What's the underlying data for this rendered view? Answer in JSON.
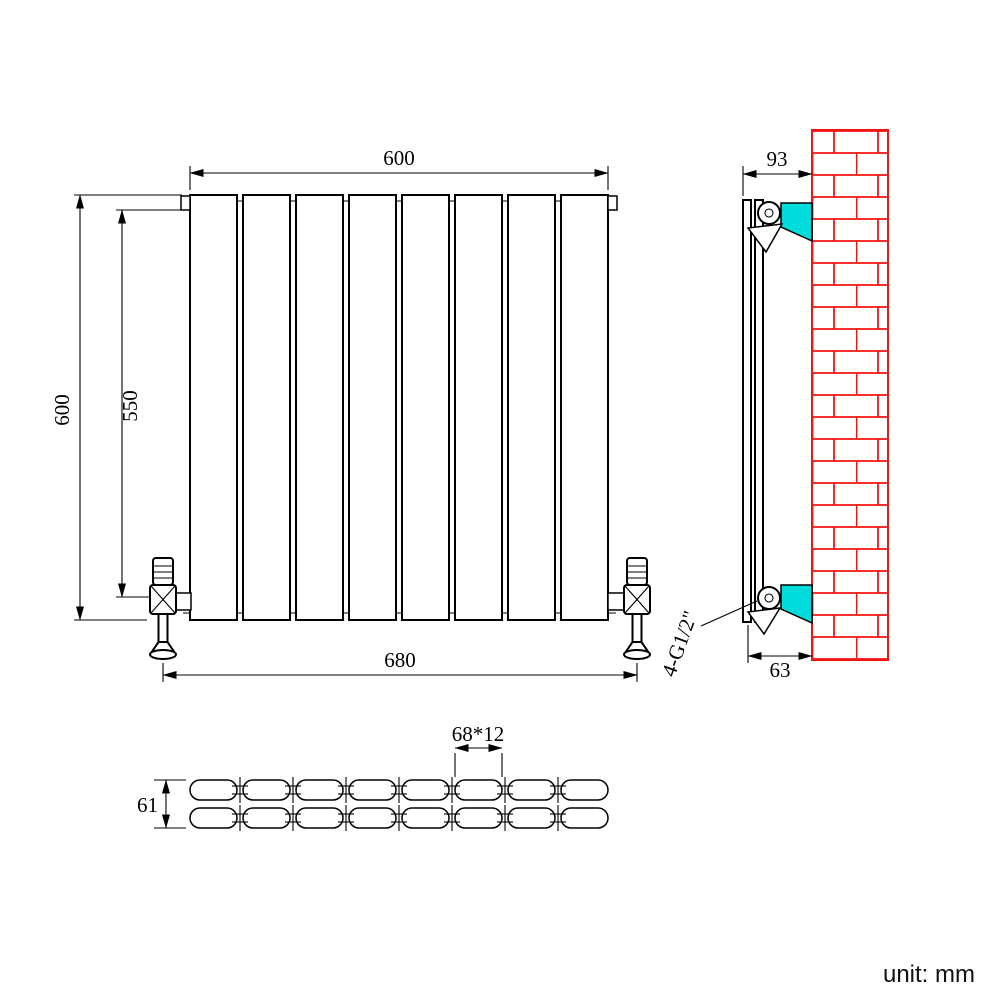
{
  "drawing": {
    "unit_label": "unit: mm",
    "front_view": {
      "width_label": "600",
      "height_label": "600",
      "pipe_height_label": "550",
      "valve_span_label": "680"
    },
    "side_view": {
      "depth_label": "93",
      "bottom_depth_label": "63",
      "connection_label": "4-G1/2\""
    },
    "top_view": {
      "slot_label": "68*12",
      "depth_label": "61"
    },
    "colors": {
      "line": "#000000",
      "brick_red": "#f51310",
      "bracket_cyan": "#00dcdc"
    }
  }
}
